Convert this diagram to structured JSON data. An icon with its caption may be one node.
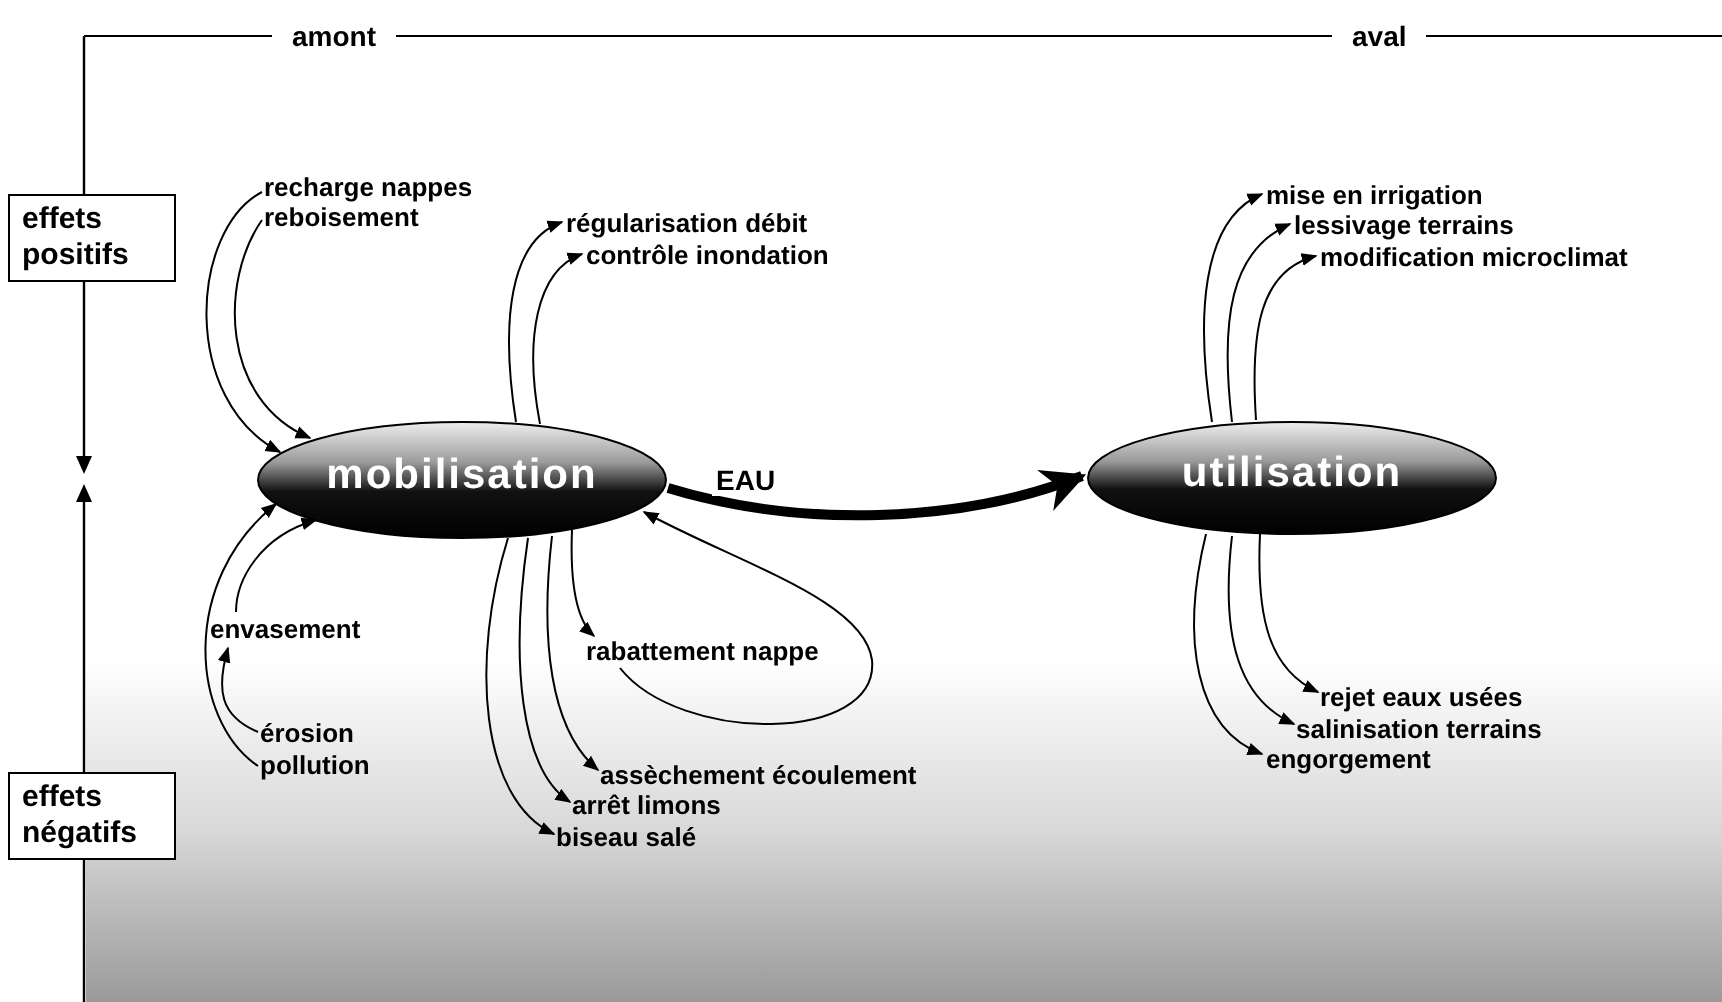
{
  "diagram": {
    "nodes": [
      {
        "text": [
          "mobilisation"
        ]
      },
      {
        "text": [
          "utilisation"
        ]
      },
      {
        "text": [
          "effets positifs"
        ]
      },
      {
        "text": [
          "effets négatifs"
        ]
      },
      {
        "text": [
          "recharge nappes"
        ]
      },
      {
        "text": [
          "reboisement"
        ]
      },
      {
        "text": [
          "régularisation débit"
        ]
      },
      {
        "text": [
          "contrôle inondation"
        ]
      },
      {
        "text": [
          "mise en irrigation"
        ]
      },
      {
        "text": [
          "lessivage terrains"
        ]
      },
      {
        "text": [
          "modification microclimat"
        ]
      },
      {
        "text": [
          "envasement"
        ]
      },
      {
        "text": [
          "érosion"
        ]
      },
      {
        "text": [
          "pollution"
        ]
      },
      {
        "text": [
          "rabattement nappe"
        ]
      },
      {
        "text": [
          "assèchement écoulement"
        ]
      },
      {
        "text": [
          "arrêt limons"
        ]
      },
      {
        "text": [
          "biseau salé"
        ]
      },
      {
        "text": [
          "rejet eaux usées"
        ]
      },
      {
        "text": [
          "salinisation terrains"
        ]
      },
      {
        "text": [
          "engorgement"
        ]
      }
    ],
    "edges": [
      {
        "from": 4,
        "to": 0,
        "arrow": "to"
      },
      {
        "from": 5,
        "to": 0,
        "arrow": "to"
      },
      {
        "from": 0,
        "to": 6,
        "arrow": "to"
      },
      {
        "from": 0,
        "to": 7,
        "arrow": "to"
      },
      {
        "from": 1,
        "to": 8,
        "arrow": "to"
      },
      {
        "from": 1,
        "to": 9,
        "arrow": "to"
      },
      {
        "from": 1,
        "to": 10,
        "arrow": "to"
      },
      {
        "from": 13,
        "to": 0,
        "arrow": "to"
      },
      {
        "from": 11,
        "to": 0,
        "arrow": "to"
      },
      {
        "from": 12,
        "to": 11,
        "arrow": "to"
      },
      {
        "from": 0,
        "to": 14,
        "arrow": "to"
      },
      {
        "from": 14,
        "to": 0,
        "arrow": "to"
      },
      {
        "from": 0,
        "to": 15,
        "arrow": "to"
      },
      {
        "from": 0,
        "to": 16,
        "arrow": "to"
      },
      {
        "from": 0,
        "to": 17,
        "arrow": "to"
      },
      {
        "from": 1,
        "to": 18,
        "arrow": "to"
      },
      {
        "from": 1,
        "to": 19,
        "arrow": "to"
      },
      {
        "from": 1,
        "to": 20,
        "arrow": "to"
      },
      {
        "from": 0,
        "to": 1,
        "arrow": "to",
        "label": "EAU",
        "style": "thick"
      }
    ],
    "labels": [
      "amont",
      "aval"
    ]
  }
}
